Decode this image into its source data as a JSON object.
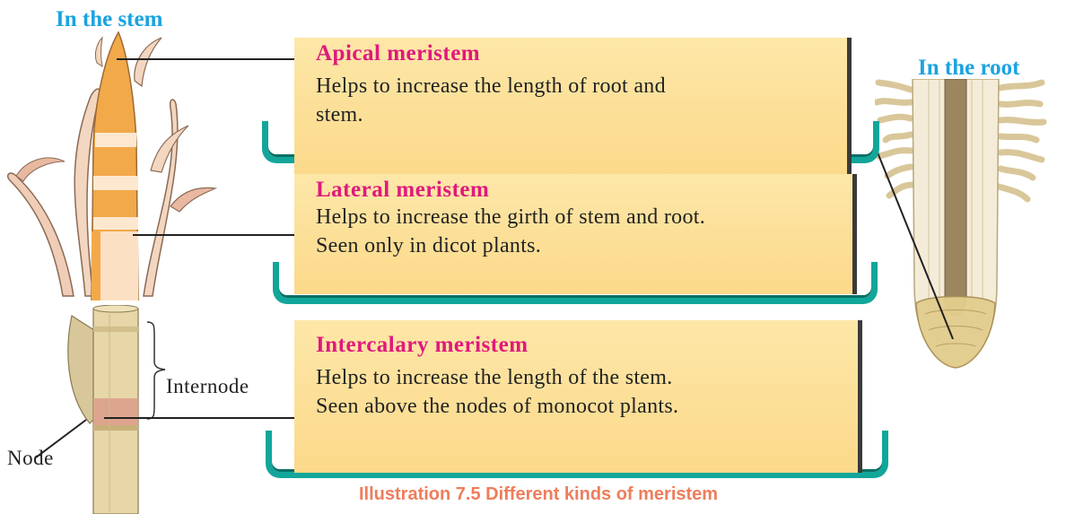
{
  "titles": {
    "stem": "In the stem",
    "root": "In the root"
  },
  "cards": [
    {
      "heading": "Apical meristem",
      "lines": [
        "Helps to increase the length of root and",
        "stem."
      ]
    },
    {
      "heading": "Lateral meristem",
      "lines": [
        "Helps to increase the girth of stem and root.",
        "Seen only in dicot plants."
      ]
    },
    {
      "heading": "Intercalary meristem",
      "lines": [
        "Helps to increase the length of the stem.",
        "Seen above the nodes of monocot plants."
      ]
    }
  ],
  "labels": {
    "internode": "Internode",
    "node": "Node"
  },
  "caption": "Illustration 7.5  Different kinds of meristem",
  "colors": {
    "title_blue": "#1aa3e0",
    "heading_magenta": "#e0197d",
    "card_fill": "#fbd98a",
    "tray_teal": "#12a69a",
    "caption_orange": "#ee7d5b"
  }
}
